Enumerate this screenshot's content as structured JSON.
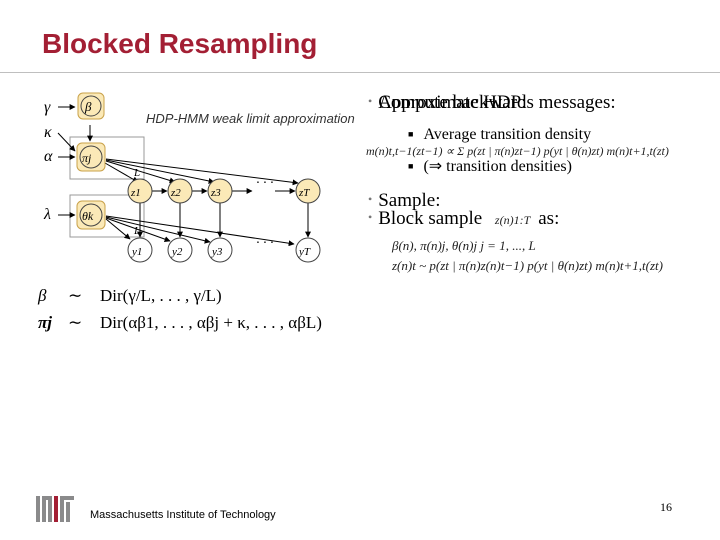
{
  "slide": {
    "title": "Blocked Resampling",
    "caption": "HDP-HMM weak limit approximation",
    "page_number": "16",
    "footer": "Massachusetts Institute of Technology"
  },
  "bullets": {
    "b1a": "Compute backwards messages:",
    "b1b": "Approximate HDP:",
    "sub1": "Average transition density",
    "sub2": "(⇒ transition densities)",
    "b2a": "Sample:",
    "b2b": "Block sample",
    "b2b_suffix": "as:"
  },
  "equations": {
    "messages": "m(n)t,t−1(zt−1) ∝ Σ p(zt | π(n)zt−1) p(yt | θ(n)zt) m(n)t+1,t(zt)",
    "block_var": "z(n)1:T",
    "params": "β(n),   π(n)j,   θ(n)j   j = 1, ..., L",
    "sample": "z(n)t ~ p(zt | π(n)z(n)t−1) p(yt | θ(n)zt) m(n)t+1,t(zt)"
  },
  "priors": [
    {
      "lhs": "β",
      "rel": "∼",
      "rhs": "Dir(γ/L, . . . , γ/L)"
    },
    {
      "lhs": "πj",
      "rel": "∼",
      "rhs": "Dir(αβ1, . . . , αβj + κ, . . . , αβL)"
    }
  ],
  "graph": {
    "hyper": [
      "γ",
      "κ",
      "α",
      "λ"
    ],
    "nodes": {
      "beta": "β",
      "pi": "πj",
      "theta": "θk"
    },
    "plate_label": "L",
    "z_nodes": [
      "z1",
      "z2",
      "z3",
      "zT"
    ],
    "y_nodes": [
      "y1",
      "y2",
      "y3",
      "yT"
    ],
    "ellipsis": "· · ·"
  },
  "colors": {
    "title": "#a31f34",
    "node_fill": "#fbe9b7",
    "node_stroke": "#c9a24a",
    "plate": "#999999"
  }
}
